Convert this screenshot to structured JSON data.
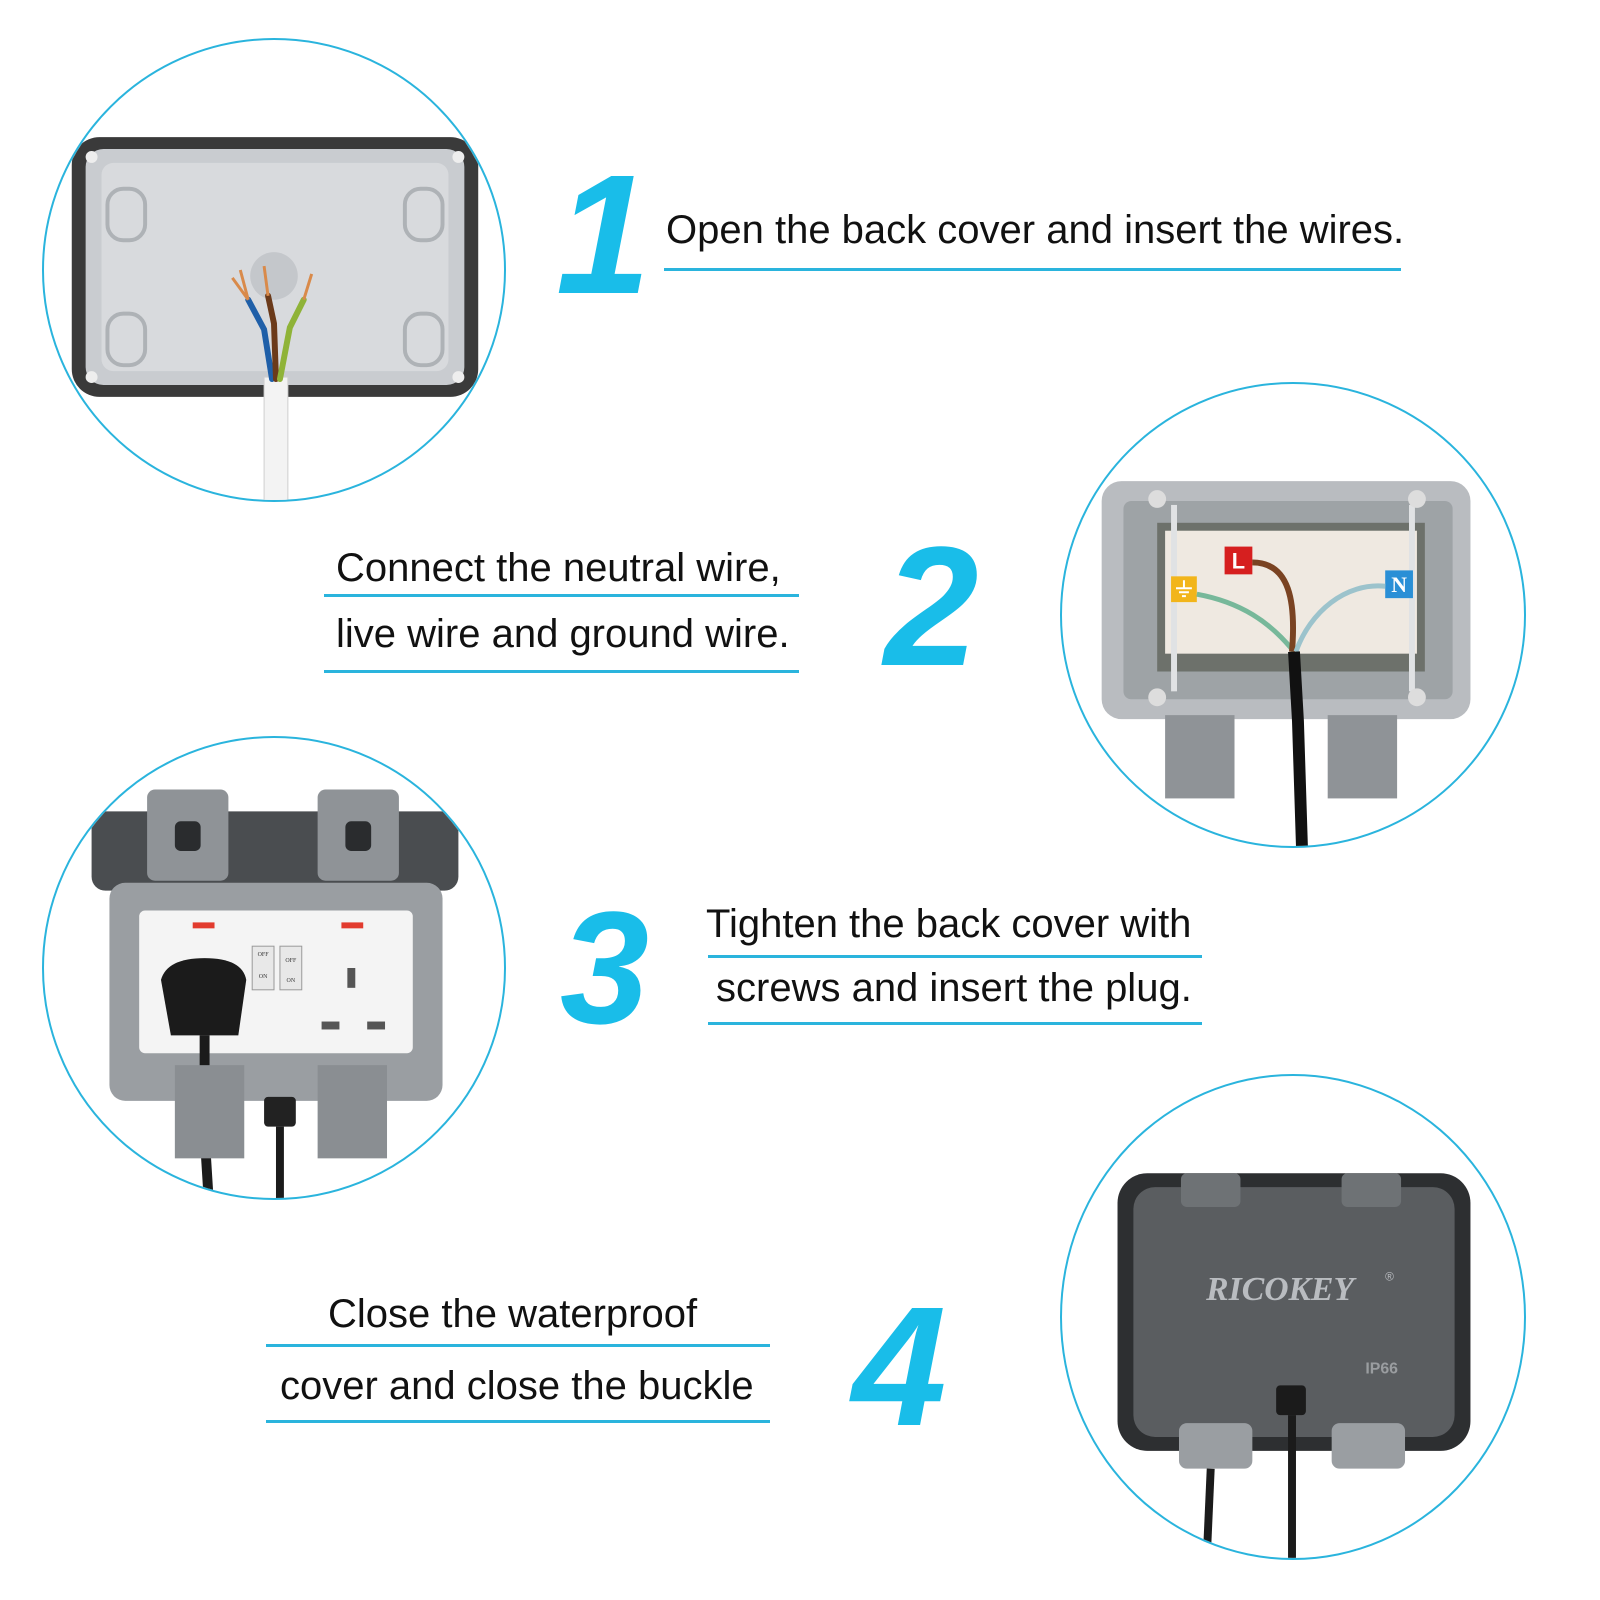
{
  "accent_color": "#19bde9",
  "ring_color": "#2ab4dd",
  "steps": [
    {
      "number": "1",
      "lines": [
        "Open the back cover and insert the wires."
      ]
    },
    {
      "number": "2",
      "lines": [
        "Connect the neutral wire,",
        "live wire and ground wire."
      ]
    },
    {
      "number": "3",
      "lines": [
        "Tighten the back cover with",
        "screws and insert the plug."
      ]
    },
    {
      "number": "4",
      "lines": [
        "Close the waterproof",
        "cover and close the buckle"
      ]
    }
  ],
  "terminal_labels": {
    "live": "L",
    "neutral": "N"
  },
  "switch_labels": {
    "off": "OFF",
    "on": "ON"
  },
  "cover": {
    "brand": "RICOKEY",
    "registered": "®",
    "rating": "IP66"
  },
  "icons": [
    "junction-box-illustration",
    "wiring-terminal-illustration",
    "open-socket-illustration",
    "closed-cover-illustration",
    "ground-icon"
  ]
}
